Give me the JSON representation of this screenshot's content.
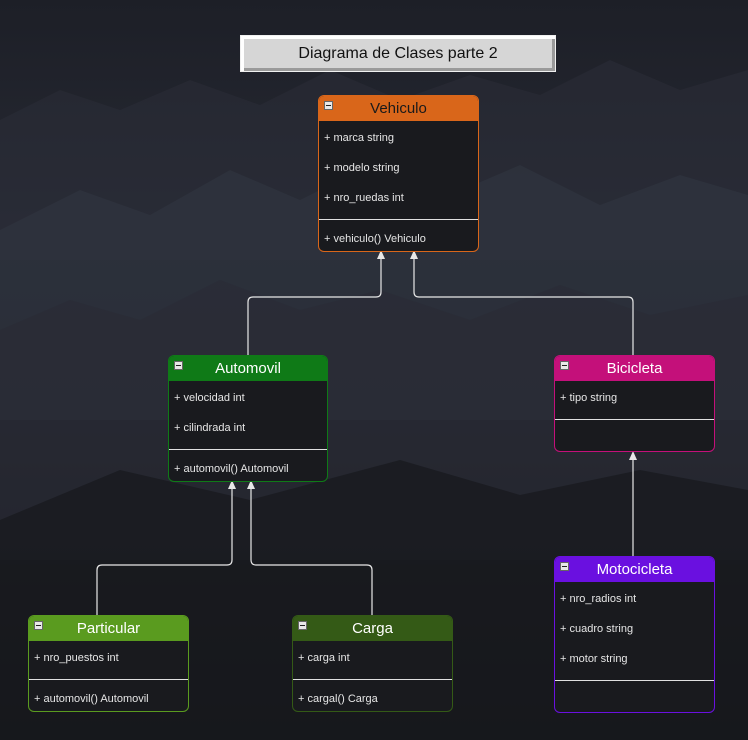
{
  "title": "Diagrama de Clases parte 2",
  "classes": {
    "vehiculo": {
      "name": "Vehiculo",
      "color": "#d9661a",
      "attributes": [
        "+ marca string",
        "+ modelo string",
        "+ nro_ruedas int"
      ],
      "methods": [
        "+ vehiculo() Vehiculo"
      ]
    },
    "automovil": {
      "name": "Automovil",
      "color": "#0f7a17",
      "attributes": [
        "+ velocidad int",
        "+ cilindrada int"
      ],
      "methods": [
        "+ automovil() Automovil"
      ]
    },
    "bicicleta": {
      "name": "Bicicleta",
      "color": "#c4107a",
      "attributes": [
        "+ tipo string"
      ],
      "methods": []
    },
    "particular": {
      "name": "Particular",
      "color": "#5a9b1f",
      "attributes": [
        "+ nro_puestos int"
      ],
      "methods": [
        "+ automovil() Automovil"
      ]
    },
    "carga": {
      "name": "Carga",
      "color": "#345a16",
      "attributes": [
        "+ carga int"
      ],
      "methods": [
        "+ cargal() Carga"
      ]
    },
    "motocicleta": {
      "name": "Motocicleta",
      "color": "#6a10e0",
      "attributes": [
        "+ nro_radios int",
        "+ cuadro string",
        "+ motor string"
      ],
      "methods": []
    }
  },
  "relations": [
    {
      "from": "automovil",
      "to": "vehiculo",
      "type": "inheritance"
    },
    {
      "from": "bicicleta",
      "to": "vehiculo",
      "type": "inheritance"
    },
    {
      "from": "particular",
      "to": "automovil",
      "type": "inheritance"
    },
    {
      "from": "carga",
      "to": "automovil",
      "type": "inheritance"
    },
    {
      "from": "motocicleta",
      "to": "bicicleta",
      "type": "inheritance"
    }
  ]
}
